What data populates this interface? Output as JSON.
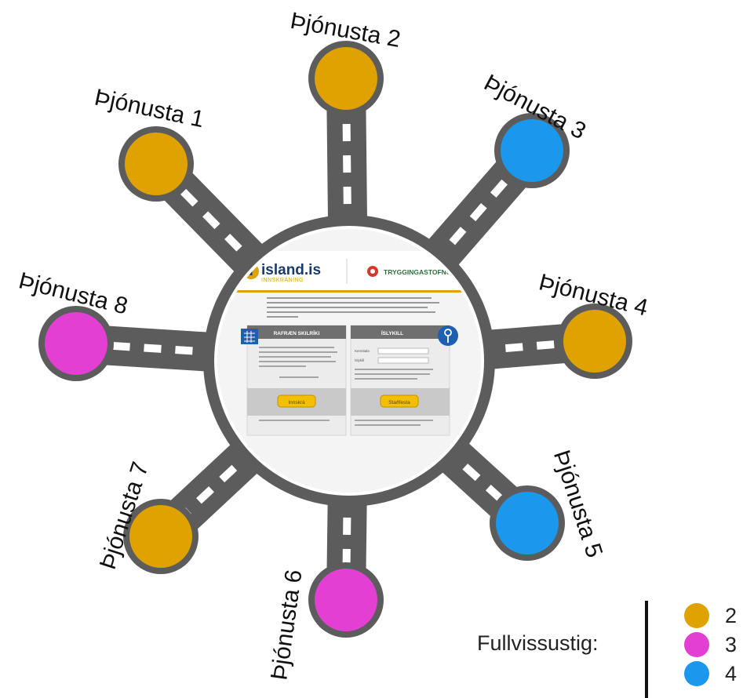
{
  "colors": {
    "level2": "#e0a200",
    "level3": "#e33fd3",
    "level4": "#1b98ee",
    "road": "#5c5c5c",
    "stripe": "#ffffff"
  },
  "services": [
    {
      "label": "Þjónusta 1",
      "level": 2
    },
    {
      "label": "Þjónusta 2",
      "level": 2
    },
    {
      "label": "Þjónusta 3",
      "level": 4
    },
    {
      "label": "Þjónusta 4",
      "level": 2
    },
    {
      "label": "Þjónusta 5",
      "level": 4
    },
    {
      "label": "Þjónusta 6",
      "level": 3
    },
    {
      "label": "Þjónusta 7",
      "level": 2
    },
    {
      "label": "Þjónusta 8",
      "level": 3
    }
  ],
  "hub": {
    "logo_island": "island.is",
    "logo_innskraning": "INNSKRÁNING",
    "logo_tr": "TRYGGINGASTOFNUN",
    "panel_left_title": "RAFRÆN SKILRÍKI",
    "panel_right_title": "ÍSLYKILL",
    "button_left": "Innskrá",
    "button_right": "Staðfesta",
    "field_kennitala": "Kennitala",
    "field_islykill": "Íslykill"
  },
  "legend": {
    "title": "Fullvissustig:",
    "items": [
      {
        "level": 2,
        "label": "2"
      },
      {
        "level": 3,
        "label": "3"
      },
      {
        "level": 4,
        "label": "4"
      }
    ]
  }
}
